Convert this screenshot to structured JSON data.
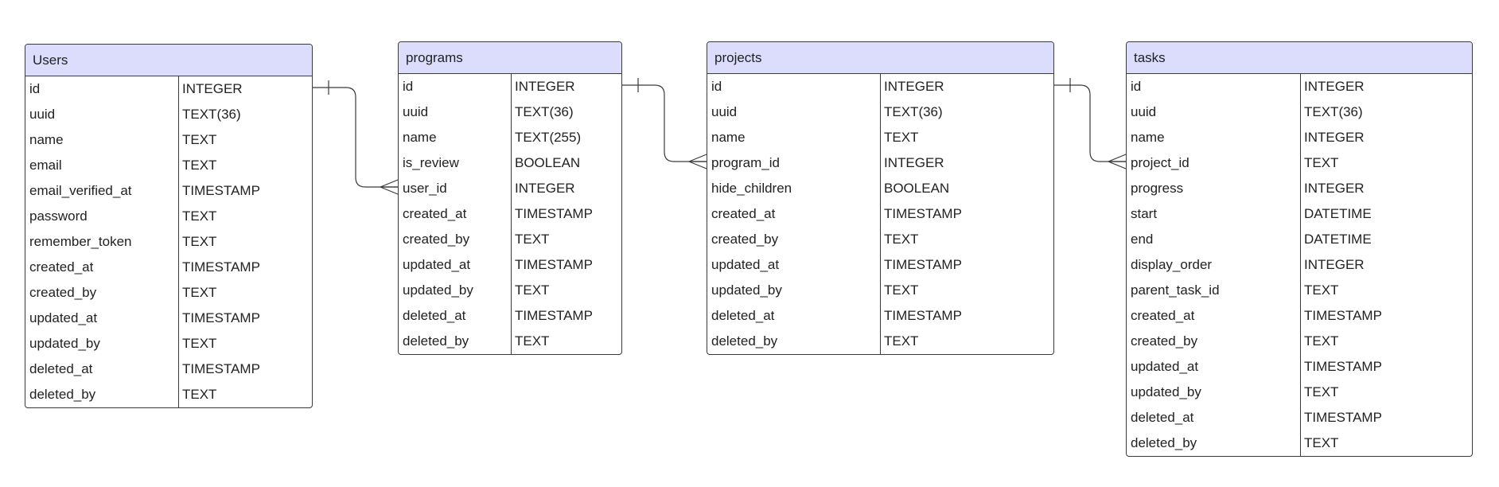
{
  "entities": [
    {
      "id": "users",
      "title": "Users",
      "fields": [
        {
          "name": "id",
          "type": "INTEGER"
        },
        {
          "name": "uuid",
          "type": "TEXT(36)"
        },
        {
          "name": "name",
          "type": "TEXT"
        },
        {
          "name": "email",
          "type": "TEXT"
        },
        {
          "name": "email_verified_at",
          "type": "TIMESTAMP"
        },
        {
          "name": "password",
          "type": "TEXT"
        },
        {
          "name": "remember_token",
          "type": "TEXT"
        },
        {
          "name": "created_at",
          "type": "TIMESTAMP"
        },
        {
          "name": "created_by",
          "type": "TEXT"
        },
        {
          "name": "updated_at",
          "type": "TIMESTAMP"
        },
        {
          "name": "updated_by",
          "type": "TEXT"
        },
        {
          "name": "deleted_at",
          "type": "TIMESTAMP"
        },
        {
          "name": "deleted_by",
          "type": "TEXT"
        }
      ]
    },
    {
      "id": "programs",
      "title": "programs",
      "fields": [
        {
          "name": "id",
          "type": "INTEGER"
        },
        {
          "name": "uuid",
          "type": "TEXT(36)"
        },
        {
          "name": "name",
          "type": "TEXT(255)"
        },
        {
          "name": "is_review",
          "type": "BOOLEAN"
        },
        {
          "name": "user_id",
          "type": "INTEGER"
        },
        {
          "name": "created_at",
          "type": "TIMESTAMP"
        },
        {
          "name": "created_by",
          "type": "TEXT"
        },
        {
          "name": "updated_at",
          "type": "TIMESTAMP"
        },
        {
          "name": "updated_by",
          "type": "TEXT"
        },
        {
          "name": "deleted_at",
          "type": "TIMESTAMP"
        },
        {
          "name": "deleted_by",
          "type": "TEXT"
        }
      ]
    },
    {
      "id": "projects",
      "title": "projects",
      "fields": [
        {
          "name": "id",
          "type": "INTEGER"
        },
        {
          "name": "uuid",
          "type": "TEXT(36)"
        },
        {
          "name": "name",
          "type": "TEXT"
        },
        {
          "name": "program_id",
          "type": "INTEGER"
        },
        {
          "name": "hide_children",
          "type": "BOOLEAN"
        },
        {
          "name": "created_at",
          "type": "TIMESTAMP"
        },
        {
          "name": "created_by",
          "type": "TEXT"
        },
        {
          "name": "updated_at",
          "type": "TIMESTAMP"
        },
        {
          "name": "updated_by",
          "type": "TEXT"
        },
        {
          "name": "deleted_at",
          "type": "TIMESTAMP"
        },
        {
          "name": "deleted_by",
          "type": "TEXT"
        }
      ]
    },
    {
      "id": "tasks",
      "title": "tasks",
      "fields": [
        {
          "name": "id",
          "type": "INTEGER"
        },
        {
          "name": "uuid",
          "type": "TEXT(36)"
        },
        {
          "name": "name",
          "type": "INTEGER"
        },
        {
          "name": "project_id",
          "type": "TEXT"
        },
        {
          "name": "progress",
          "type": "INTEGER"
        },
        {
          "name": "start",
          "type": "DATETIME"
        },
        {
          "name": "end",
          "type": "DATETIME"
        },
        {
          "name": "display_order",
          "type": "INTEGER"
        },
        {
          "name": "parent_task_id",
          "type": "TEXT"
        },
        {
          "name": "created_at",
          "type": "TIMESTAMP"
        },
        {
          "name": "created_by",
          "type": "TEXT"
        },
        {
          "name": "updated_at",
          "type": "TIMESTAMP"
        },
        {
          "name": "updated_by",
          "type": "TEXT"
        },
        {
          "name": "deleted_at",
          "type": "TIMESTAMP"
        },
        {
          "name": "deleted_by",
          "type": "TEXT"
        }
      ]
    }
  ],
  "relationships": [
    {
      "from": "users.id",
      "to": "programs.user_id",
      "cardinality": "one-to-many"
    },
    {
      "from": "programs.id",
      "to": "projects.program_id",
      "cardinality": "one-to-many"
    },
    {
      "from": "projects.id",
      "to": "tasks.project_id",
      "cardinality": "one-to-many"
    }
  ],
  "colors": {
    "header_fill": "#dcdcfc",
    "border": "#3a3a3a",
    "text": "#222222",
    "connector": "#3a3a3a"
  }
}
